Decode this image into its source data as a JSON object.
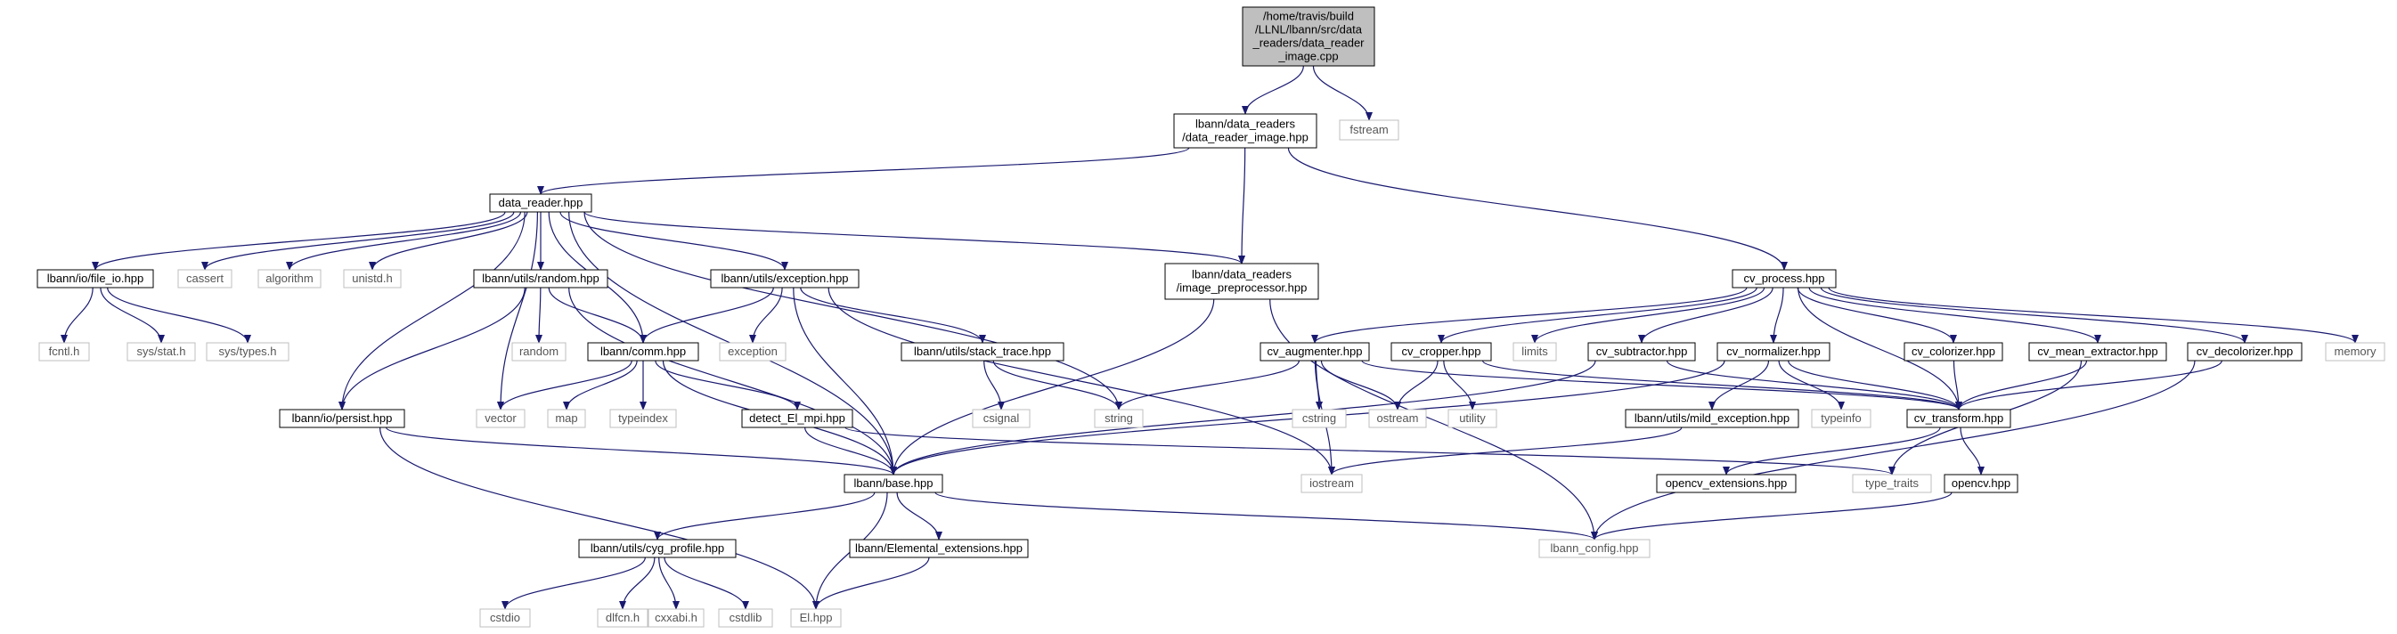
{
  "title": "",
  "colors": {
    "edge": "#191970",
    "root_fill": "#bfbfbf",
    "node_border": "#000000",
    "external_border": "#bfbfbf",
    "background": "#ffffff"
  },
  "nodes": [
    {
      "id": "root",
      "lines": [
        "/home/travis/build",
        "/LLNL/lbann/src/data",
        "_readers/data_reader",
        "_image.cpp"
      ],
      "kind": "root"
    },
    {
      "id": "dri_hpp",
      "lines": [
        "lbann/data_readers",
        "/data_reader_image.hpp"
      ],
      "kind": "internal"
    },
    {
      "id": "fstream",
      "lines": [
        "fstream"
      ],
      "kind": "external"
    },
    {
      "id": "data_reader",
      "lines": [
        "data_reader.hpp"
      ],
      "kind": "internal"
    },
    {
      "id": "imgpre",
      "lines": [
        "lbann/data_readers",
        "/image_preprocessor.hpp"
      ],
      "kind": "internal"
    },
    {
      "id": "cv_process",
      "lines": [
        "cv_process.hpp"
      ],
      "kind": "internal"
    },
    {
      "id": "file_io",
      "lines": [
        "lbann/io/file_io.hpp"
      ],
      "kind": "internal"
    },
    {
      "id": "cassert",
      "lines": [
        "cassert"
      ],
      "kind": "external"
    },
    {
      "id": "algorithm",
      "lines": [
        "algorithm"
      ],
      "kind": "external"
    },
    {
      "id": "unistd",
      "lines": [
        "unistd.h"
      ],
      "kind": "external"
    },
    {
      "id": "random_hpp",
      "lines": [
        "lbann/utils/random.hpp"
      ],
      "kind": "internal"
    },
    {
      "id": "exception_hpp",
      "lines": [
        "lbann/utils/exception.hpp"
      ],
      "kind": "internal"
    },
    {
      "id": "fcntl",
      "lines": [
        "fcntl.h"
      ],
      "kind": "external"
    },
    {
      "id": "sysstat",
      "lines": [
        "sys/stat.h"
      ],
      "kind": "external"
    },
    {
      "id": "systypes",
      "lines": [
        "sys/types.h"
      ],
      "kind": "external"
    },
    {
      "id": "random",
      "lines": [
        "random"
      ],
      "kind": "external"
    },
    {
      "id": "comm",
      "lines": [
        "lbann/comm.hpp"
      ],
      "kind": "internal"
    },
    {
      "id": "exception",
      "lines": [
        "exception"
      ],
      "kind": "external"
    },
    {
      "id": "stack_trace",
      "lines": [
        "lbann/utils/stack_trace.hpp"
      ],
      "kind": "internal"
    },
    {
      "id": "persist",
      "lines": [
        "lbann/io/persist.hpp"
      ],
      "kind": "internal"
    },
    {
      "id": "vector",
      "lines": [
        "vector"
      ],
      "kind": "external"
    },
    {
      "id": "map",
      "lines": [
        "map"
      ],
      "kind": "external"
    },
    {
      "id": "typeindex",
      "lines": [
        "typeindex"
      ],
      "kind": "external"
    },
    {
      "id": "detect_el_mpi",
      "lines": [
        "detect_El_mpi.hpp"
      ],
      "kind": "internal"
    },
    {
      "id": "csignal",
      "lines": [
        "csignal"
      ],
      "kind": "external"
    },
    {
      "id": "string",
      "lines": [
        "string"
      ],
      "kind": "external"
    },
    {
      "id": "base",
      "lines": [
        "lbann/base.hpp"
      ],
      "kind": "internal"
    },
    {
      "id": "iostream",
      "lines": [
        "iostream"
      ],
      "kind": "external"
    },
    {
      "id": "cyg_profile",
      "lines": [
        "lbann/utils/cyg_profile.hpp"
      ],
      "kind": "internal"
    },
    {
      "id": "el_ext",
      "lines": [
        "lbann/Elemental_extensions.hpp"
      ],
      "kind": "internal"
    },
    {
      "id": "cstdio",
      "lines": [
        "cstdio"
      ],
      "kind": "external"
    },
    {
      "id": "dlfcn",
      "lines": [
        "dlfcn.h"
      ],
      "kind": "external"
    },
    {
      "id": "cxxabi",
      "lines": [
        "cxxabi.h"
      ],
      "kind": "external"
    },
    {
      "id": "cstdlib",
      "lines": [
        "cstdlib"
      ],
      "kind": "external"
    },
    {
      "id": "el_hpp",
      "lines": [
        "El.hpp"
      ],
      "kind": "external"
    },
    {
      "id": "lbann_config",
      "lines": [
        "lbann_config.hpp"
      ],
      "kind": "external"
    },
    {
      "id": "cv_augmenter",
      "lines": [
        "cv_augmenter.hpp"
      ],
      "kind": "internal"
    },
    {
      "id": "cv_cropper",
      "lines": [
        "cv_cropper.hpp"
      ],
      "kind": "internal"
    },
    {
      "id": "limits",
      "lines": [
        "limits"
      ],
      "kind": "external"
    },
    {
      "id": "cv_subtractor",
      "lines": [
        "cv_subtractor.hpp"
      ],
      "kind": "internal"
    },
    {
      "id": "cv_normalizer",
      "lines": [
        "cv_normalizer.hpp"
      ],
      "kind": "internal"
    },
    {
      "id": "cv_colorizer",
      "lines": [
        "cv_colorizer.hpp"
      ],
      "kind": "internal"
    },
    {
      "id": "cv_mean_extractor",
      "lines": [
        "cv_mean_extractor.hpp"
      ],
      "kind": "internal"
    },
    {
      "id": "cv_decolorizer",
      "lines": [
        "cv_decolorizer.hpp"
      ],
      "kind": "internal"
    },
    {
      "id": "memory",
      "lines": [
        "memory"
      ],
      "kind": "external"
    },
    {
      "id": "cstring",
      "lines": [
        "cstring"
      ],
      "kind": "external"
    },
    {
      "id": "ostream",
      "lines": [
        "ostream"
      ],
      "kind": "external"
    },
    {
      "id": "utility",
      "lines": [
        "utility"
      ],
      "kind": "external"
    },
    {
      "id": "mild_exception",
      "lines": [
        "lbann/utils/mild_exception.hpp"
      ],
      "kind": "internal"
    },
    {
      "id": "typeinfo",
      "lines": [
        "typeinfo"
      ],
      "kind": "external"
    },
    {
      "id": "cv_transform",
      "lines": [
        "cv_transform.hpp"
      ],
      "kind": "internal"
    },
    {
      "id": "opencv_ext",
      "lines": [
        "opencv_extensions.hpp"
      ],
      "kind": "internal"
    },
    {
      "id": "type_traits",
      "lines": [
        "type_traits"
      ],
      "kind": "external"
    },
    {
      "id": "opencv",
      "lines": [
        "opencv.hpp"
      ],
      "kind": "internal"
    }
  ],
  "edges": [
    [
      "root",
      "dri_hpp"
    ],
    [
      "root",
      "fstream"
    ],
    [
      "dri_hpp",
      "data_reader"
    ],
    [
      "dri_hpp",
      "imgpre"
    ],
    [
      "dri_hpp",
      "cv_process"
    ],
    [
      "data_reader",
      "file_io"
    ],
    [
      "data_reader",
      "cassert"
    ],
    [
      "data_reader",
      "algorithm"
    ],
    [
      "data_reader",
      "unistd"
    ],
    [
      "data_reader",
      "random_hpp"
    ],
    [
      "data_reader",
      "comm"
    ],
    [
      "data_reader",
      "exception_hpp"
    ],
    [
      "data_reader",
      "persist"
    ],
    [
      "data_reader",
      "vector"
    ],
    [
      "data_reader",
      "string"
    ],
    [
      "data_reader",
      "base"
    ],
    [
      "data_reader",
      "imgpre"
    ],
    [
      "file_io",
      "fcntl"
    ],
    [
      "file_io",
      "sysstat"
    ],
    [
      "file_io",
      "systypes"
    ],
    [
      "random_hpp",
      "random"
    ],
    [
      "random_hpp",
      "comm"
    ],
    [
      "random_hpp",
      "persist"
    ],
    [
      "random_hpp",
      "base"
    ],
    [
      "exception_hpp",
      "comm"
    ],
    [
      "exception_hpp",
      "exception"
    ],
    [
      "exception_hpp",
      "stack_trace"
    ],
    [
      "exception_hpp",
      "base"
    ],
    [
      "exception_hpp",
      "iostream"
    ],
    [
      "stack_trace",
      "csignal"
    ],
    [
      "stack_trace",
      "string"
    ],
    [
      "comm",
      "vector"
    ],
    [
      "comm",
      "map"
    ],
    [
      "comm",
      "typeindex"
    ],
    [
      "comm",
      "detect_el_mpi"
    ],
    [
      "comm",
      "base"
    ],
    [
      "detect_el_mpi",
      "base"
    ],
    [
      "detect_el_mpi",
      "type_traits"
    ],
    [
      "persist",
      "base"
    ],
    [
      "persist",
      "el_hpp"
    ],
    [
      "base",
      "cyg_profile"
    ],
    [
      "base",
      "el_ext"
    ],
    [
      "base",
      "el_hpp"
    ],
    [
      "base",
      "lbann_config"
    ],
    [
      "cyg_profile",
      "cstdio"
    ],
    [
      "cyg_profile",
      "dlfcn"
    ],
    [
      "cyg_profile",
      "cxxabi"
    ],
    [
      "cyg_profile",
      "cstdlib"
    ],
    [
      "el_ext",
      "el_hpp"
    ],
    [
      "imgpre",
      "base"
    ],
    [
      "imgpre",
      "lbann_config"
    ],
    [
      "cv_process",
      "cv_augmenter"
    ],
    [
      "cv_process",
      "cv_cropper"
    ],
    [
      "cv_process",
      "limits"
    ],
    [
      "cv_process",
      "cv_subtractor"
    ],
    [
      "cv_process",
      "cv_normalizer"
    ],
    [
      "cv_process",
      "cv_colorizer"
    ],
    [
      "cv_process",
      "cv_mean_extractor"
    ],
    [
      "cv_process",
      "cv_decolorizer"
    ],
    [
      "cv_process",
      "memory"
    ],
    [
      "cv_process",
      "cv_transform"
    ],
    [
      "cv_augmenter",
      "string"
    ],
    [
      "cv_augmenter",
      "cstring"
    ],
    [
      "cv_augmenter",
      "ostream"
    ],
    [
      "cv_augmenter",
      "iostream"
    ],
    [
      "cv_augmenter",
      "cv_transform"
    ],
    [
      "cv_cropper",
      "ostream"
    ],
    [
      "cv_cropper",
      "utility"
    ],
    [
      "cv_cropper",
      "cv_transform"
    ],
    [
      "cv_subtractor",
      "base"
    ],
    [
      "cv_subtractor",
      "cv_transform"
    ],
    [
      "cv_normalizer",
      "mild_exception"
    ],
    [
      "cv_normalizer",
      "typeinfo"
    ],
    [
      "cv_normalizer",
      "cv_transform"
    ],
    [
      "cv_normalizer",
      "base"
    ],
    [
      "cv_colorizer",
      "cv_transform"
    ],
    [
      "cv_mean_extractor",
      "cv_transform"
    ],
    [
      "cv_mean_extractor",
      "type_traits"
    ],
    [
      "cv_decolorizer",
      "cv_transform"
    ],
    [
      "cv_decolorizer",
      "lbann_config"
    ],
    [
      "mild_exception",
      "iostream"
    ],
    [
      "cv_transform",
      "opencv_ext"
    ],
    [
      "cv_transform",
      "opencv"
    ],
    [
      "opencv",
      "lbann_config"
    ]
  ]
}
